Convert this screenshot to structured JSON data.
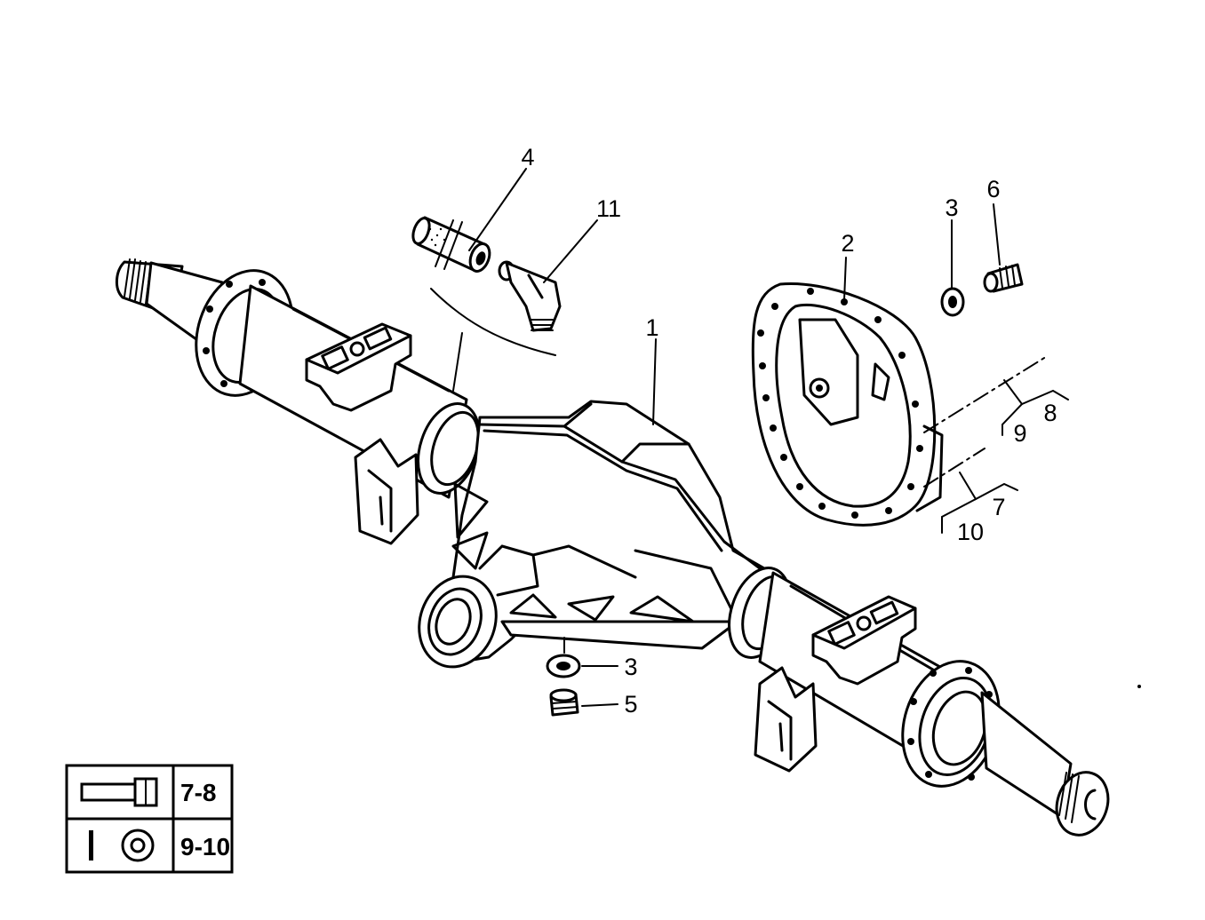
{
  "callouts": {
    "c1": "1",
    "c2": "2",
    "c3_top": "3",
    "c3_bottom": "3",
    "c4": "4",
    "c5": "5",
    "c6": "6",
    "c7": "7",
    "c8": "8",
    "c9": "9",
    "c10": "10",
    "c11": "11"
  },
  "legend": {
    "rows": [
      {
        "icon": "bolt-icon",
        "label": "7-8"
      },
      {
        "icon": "washer-icon",
        "label": "9-10"
      }
    ]
  }
}
